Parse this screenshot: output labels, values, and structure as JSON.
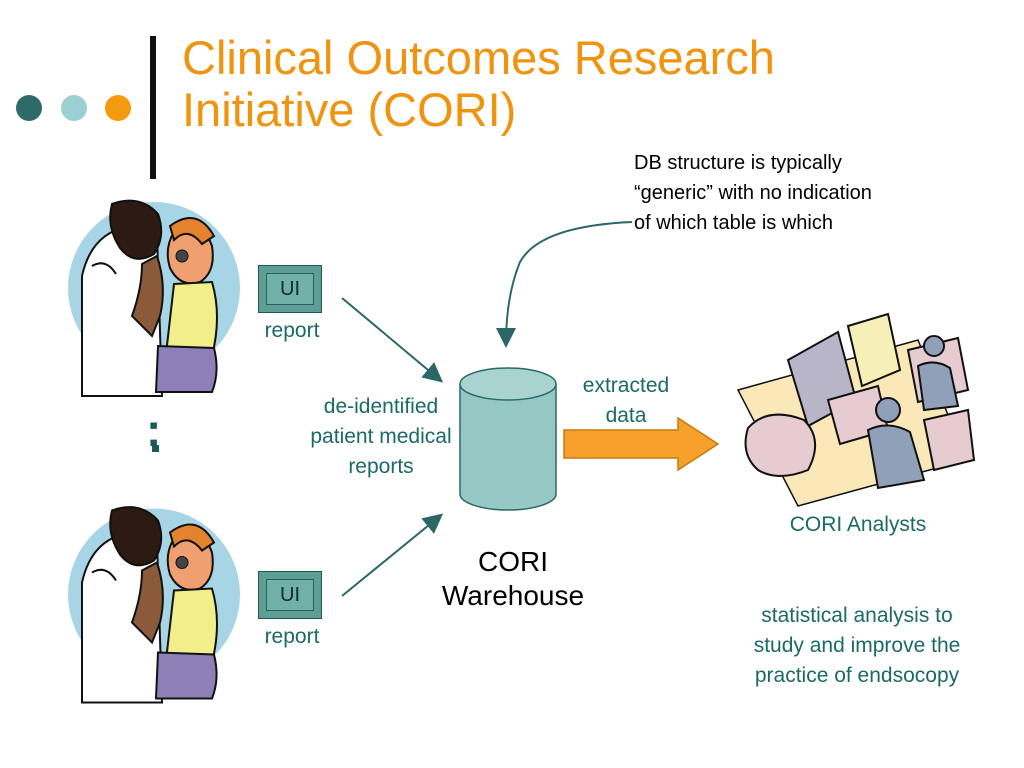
{
  "slide": {
    "title": "Clinical Outcomes Research Initiative (CORI)",
    "colors": {
      "title": "#f0930e",
      "teal_text": "#1b6a66",
      "arrow_fill": "#f7a12c",
      "cylinder": "#96c9c5"
    }
  },
  "bullets": {
    "dot_colors": [
      "#2f6a6a",
      "#9ccfd1",
      "#f39a0d"
    ]
  },
  "callout": {
    "note": "DB structure is typically “generic” with no indication of which table is which"
  },
  "sources": {
    "ellipsis": ":",
    "report_top": {
      "box_label": "UI",
      "caption": "report"
    },
    "report_bottom": {
      "box_label": "UI",
      "caption": "report"
    },
    "clinic_icon": "doctor-patient-clipart"
  },
  "flow": {
    "input_label": "de-identified patient medical reports",
    "output_label": "extracted data"
  },
  "warehouse": {
    "name": "CORI Warehouse"
  },
  "analysts": {
    "name": "CORI Analysts",
    "purpose": "statistical analysis to study and improve the practice of endsocopy",
    "icon": "office-workers-clipart"
  }
}
